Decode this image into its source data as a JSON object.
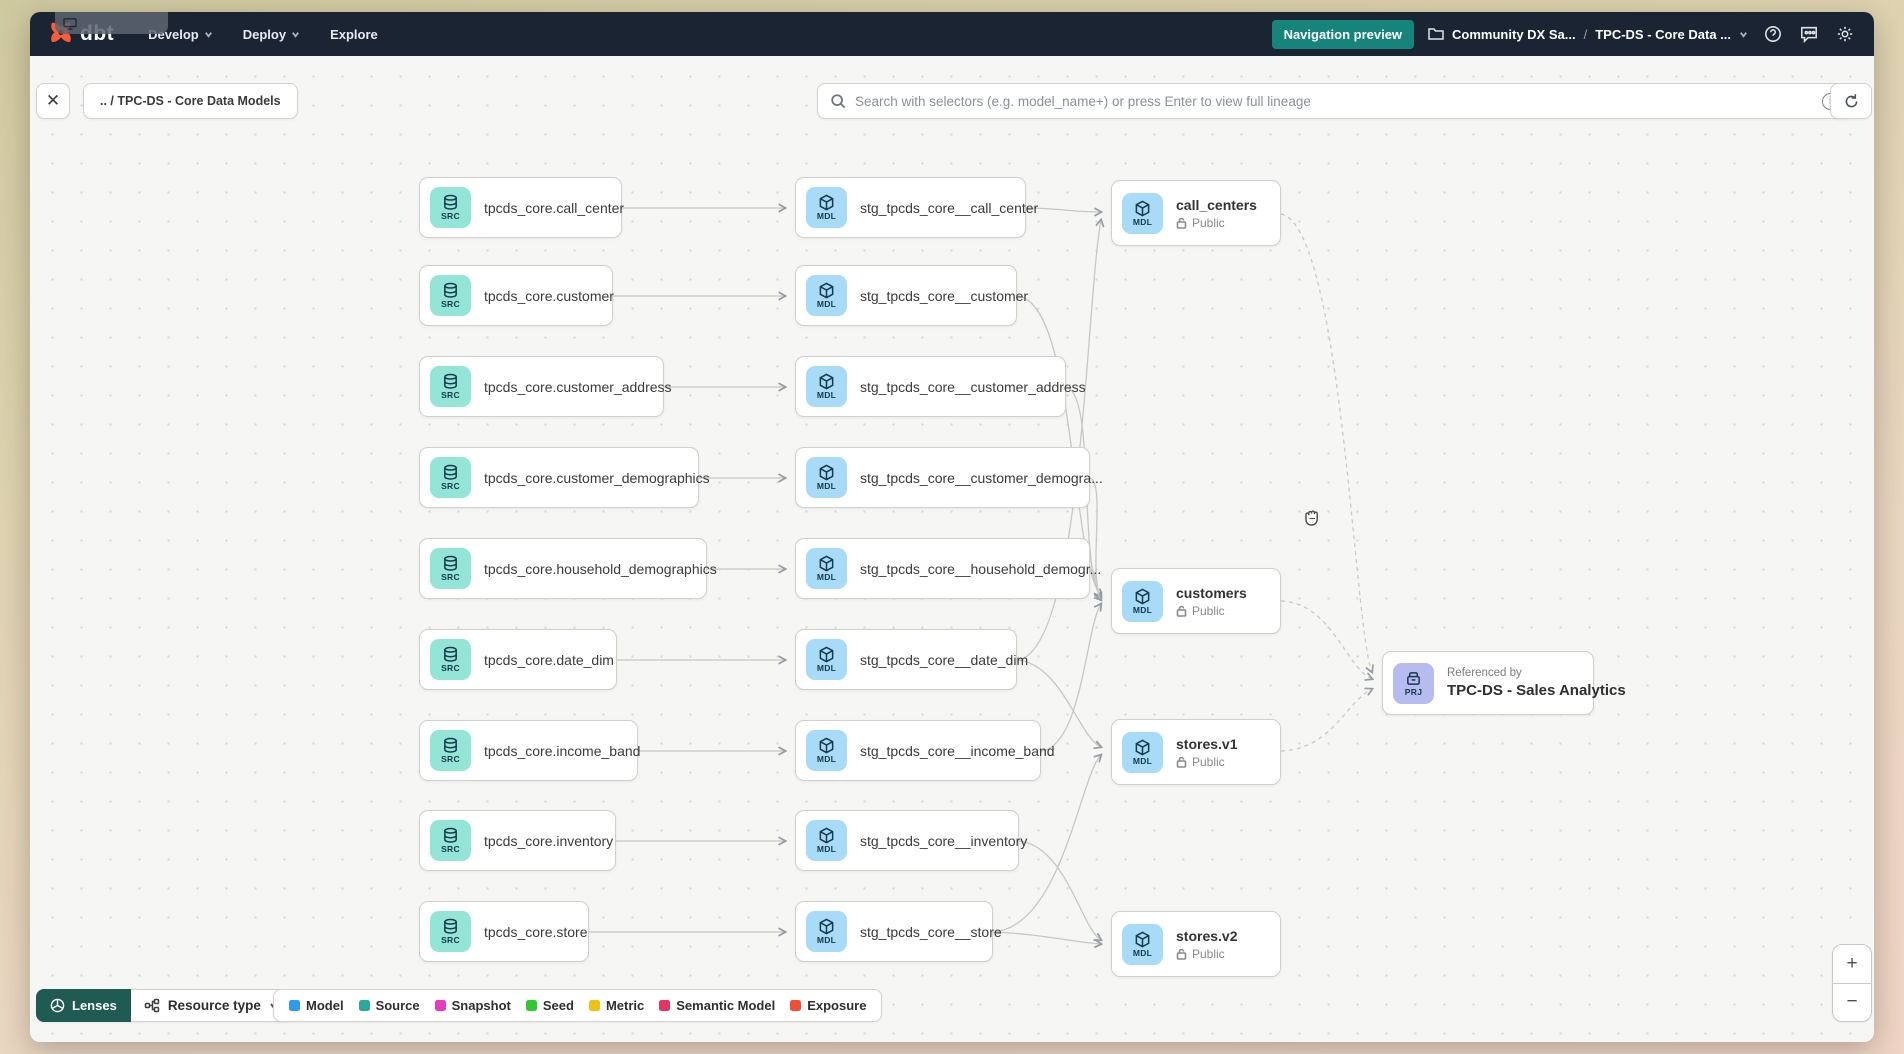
{
  "topbar": {
    "logo_text": "dbt",
    "nav": [
      {
        "label": "Develop"
      },
      {
        "label": "Deploy"
      },
      {
        "label": "Explore"
      }
    ],
    "preview_button": "Navigation preview",
    "project_crumb": "Community DX Sa...",
    "crumb_separator": "/",
    "env_crumb": "TPC-DS - Core Data ..."
  },
  "toolbar": {
    "close_label": "✕",
    "breadcrumb": ".. / TPC-DS - Core Data Models",
    "search_placeholder": "Search with selectors (e.g. model_name+) or press Enter to view full lineage",
    "info_label": "i"
  },
  "graph": {
    "badges": {
      "src": "SRC",
      "mdl": "MDL",
      "prj": "PRJ"
    },
    "sources": [
      {
        "label": "tpcds_core.call_center"
      },
      {
        "label": "tpcds_core.customer"
      },
      {
        "label": "tpcds_core.customer_address"
      },
      {
        "label": "tpcds_core.customer_demographics"
      },
      {
        "label": "tpcds_core.household_demographics"
      },
      {
        "label": "tpcds_core.date_dim"
      },
      {
        "label": "tpcds_core.income_band"
      },
      {
        "label": "tpcds_core.inventory"
      },
      {
        "label": "tpcds_core.store"
      }
    ],
    "staging": [
      {
        "label": "stg_tpcds_core__call_center"
      },
      {
        "label": "stg_tpcds_core__customer"
      },
      {
        "label": "stg_tpcds_core__customer_address"
      },
      {
        "label": "stg_tpcds_core__customer_demogra..."
      },
      {
        "label": "stg_tpcds_core__household_demogr..."
      },
      {
        "label": "stg_tpcds_core__date_dim"
      },
      {
        "label": "stg_tpcds_core__income_band"
      },
      {
        "label": "stg_tpcds_core__inventory"
      },
      {
        "label": "stg_tpcds_core__store"
      }
    ],
    "public_models": [
      {
        "title": "call_centers",
        "visibility": "Public"
      },
      {
        "title": "customers",
        "visibility": "Public"
      },
      {
        "title": "stores.v1",
        "visibility": "Public"
      },
      {
        "title": "stores.v2",
        "visibility": "Public"
      }
    ],
    "project_node": {
      "kicker": "Referenced by",
      "title": "TPC-DS - Sales Analytics"
    }
  },
  "footer": {
    "lenses_label": "Lenses",
    "resource_type_label": "Resource type",
    "legend": [
      {
        "label": "Model",
        "color": "#2e9bf0"
      },
      {
        "label": "Source",
        "color": "#2ba79b"
      },
      {
        "label": "Snapshot",
        "color": "#e33bc4"
      },
      {
        "label": "Seed",
        "color": "#33c732"
      },
      {
        "label": "Metric",
        "color": "#eec315"
      },
      {
        "label": "Semantic Model",
        "color": "#e63462"
      },
      {
        "label": "Exposure",
        "color": "#f04e36"
      }
    ]
  },
  "zoom_controls": {
    "plus": "+",
    "minus": "−"
  }
}
